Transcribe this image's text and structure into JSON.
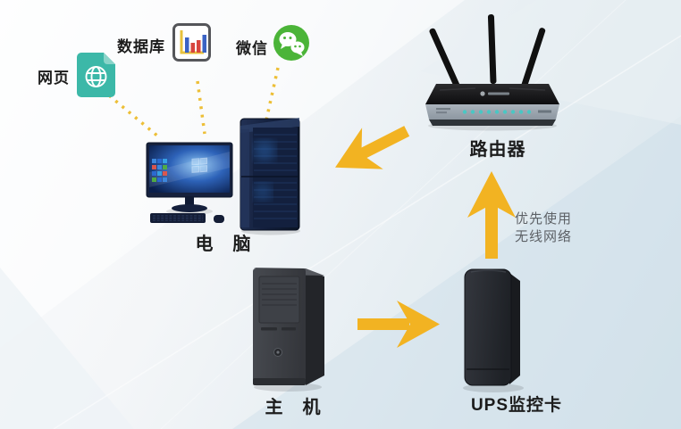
{
  "diagram": {
    "title_hint": "UPS monitoring network diagram",
    "nodes": {
      "web": {
        "label": "网页",
        "icon": "globe-document-icon"
      },
      "database": {
        "label": "数据库",
        "icon": "bar-chart-icon"
      },
      "wechat": {
        "label": "微信",
        "icon": "wechat-icon"
      },
      "computer": {
        "label": "电　脑",
        "icon": "desktop-computer-image"
      },
      "router": {
        "label": "路由器",
        "icon": "wireless-router-image"
      },
      "host": {
        "label": "主　机",
        "icon": "pc-tower-image"
      },
      "ups_card": {
        "label": "UPS监控卡",
        "icon": "ups-monitoring-card-image"
      }
    },
    "annotations": {
      "wireless_note_line1": "优先使用",
      "wireless_note_line2": "无线网络"
    },
    "edges": [
      {
        "from": "web",
        "to": "computer",
        "style": "dashed-yellow"
      },
      {
        "from": "database",
        "to": "computer",
        "style": "dashed-yellow"
      },
      {
        "from": "wechat",
        "to": "computer",
        "style": "dashed-yellow"
      },
      {
        "from": "router",
        "to": "computer",
        "style": "solid-arrow"
      },
      {
        "from": "ups_card",
        "to": "router",
        "style": "solid-arrow",
        "note": "优先使用无线网络"
      },
      {
        "from": "host",
        "to": "ups_card",
        "style": "solid-arrow"
      }
    ],
    "colors": {
      "arrow_yellow": "#F2B322",
      "dashed_yellow": "#EDBF37",
      "web_icon_teal": "#3CB8A8",
      "web_icon_fold": "#8AD4C9",
      "wechat_green": "#4BB438",
      "db_axis_yellow": "#E8C23C",
      "db_bar_blue": "#3A62C4",
      "db_bar_red": "#D8453E",
      "router_led_teal": "#49C7C4",
      "label_dark": "#1c1c1c",
      "note_gray": "#5d6166",
      "background_top_left": "#fcfdfe",
      "background_bottom_right": "#d6e3eb"
    }
  }
}
